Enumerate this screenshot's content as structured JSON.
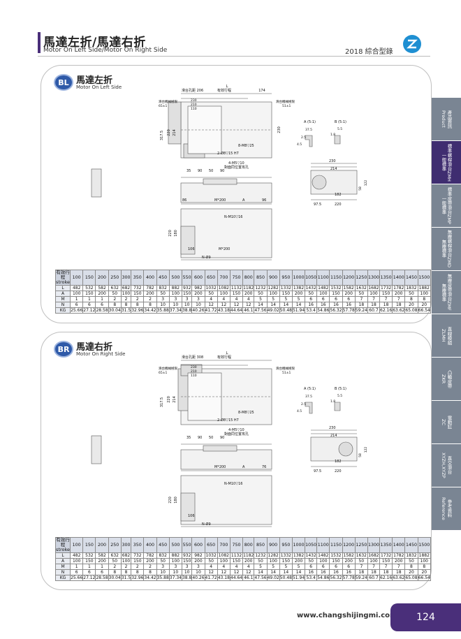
{
  "header": {
    "title": "馬達左折/馬達右折",
    "subtitle": "Motor On Left Side/Motor On Right Side",
    "catalog": "2018 綜合型錄"
  },
  "footer": {
    "url": "www.changshijingmi.com",
    "page": "124"
  },
  "tabs": [
    {
      "label": "產品資訊\nProduct",
      "active": false
    },
    {
      "label": "標準螺桿滑台ZMH\n一般標準",
      "active": true
    },
    {
      "label": "標準皮帶滑台ZMP\n一般標準",
      "active": false
    },
    {
      "label": "無塵螺桿滑台ZMD\n無塵標準",
      "active": false
    },
    {
      "label": "無塵皮帶滑台ZMF\n無塵標準",
      "active": false
    },
    {
      "label": "直線模組\nZLMH",
      "active": false
    },
    {
      "label": "凸輪皮帶\nZKR",
      "active": false
    },
    {
      "label": "電動缸\nZC",
      "active": false
    },
    {
      "label": "直交滑台\nXYZH,XYZP",
      "active": false
    },
    {
      "label": "參考資料\nReference",
      "active": false
    }
  ],
  "sections": [
    {
      "badge": "BL",
      "title": "馬達左折",
      "subtitle": "Motor On Left Side",
      "labels": {
        "slider_hole": "滑台孔距 206",
        "effective": "有效行程",
        "L": "L",
        "d174": "174",
        "motor_std_l": "滑台機械極限",
        "motor_std_l2": "65±1",
        "motor_std_r": "滑台機械極限",
        "motor_std_r2": "51±1",
        "d230": "230",
        "d210": "210",
        "d110": "110",
        "m8": "8-M8▽25",
        "dowel": "2-Ø8▽15 H7",
        "m5": "4-M5▽10",
        "m5b": "對面同位置攻孔",
        "d35": "35",
        "d90": "90",
        "d50": "50",
        "d90b": "90",
        "h3175": "317.5",
        "h220": "220",
        "h214": "214",
        "h230": "230",
        "secA": "A (5:1)",
        "secB": "B (5:1)",
        "a375": "37.5",
        "a25": "2.5",
        "a45": "4.5",
        "b55": "5.5",
        "b18": "1.8",
        "e230": "230",
        "e214": "214",
        "e182": "182",
        "e975": "97.5",
        "e220": "220",
        "e58": "58",
        "e122": "122",
        "p86": "86",
        "pM200": "M*200",
        "pA": "A",
        "p96": "96",
        "pN10": "N-M10▽16",
        "p106": "106",
        "pM200b": "M*200",
        "p9": "N-Ø9",
        "p220": "220",
        "p180": "180"
      }
    },
    {
      "badge": "BR",
      "title": "馬達右折",
      "subtitle": "Motor On Right Side",
      "labels": {
        "slider_hole": "滑台孔距 308",
        "effective": "有效行程",
        "L": "L",
        "d174": "",
        "motor_std_l": "滑台機械極限",
        "motor_std_l2": "65±1",
        "motor_std_r": "滑台機械極限",
        "motor_std_r2": "51±1",
        "d230": "230",
        "d210": "210",
        "d110": "110",
        "m8": "8-M8▽25",
        "dowel": "2-Ø8▽15 H7",
        "m5": "4-M5▽10",
        "m5b": "對面同位置攻孔",
        "d35": "35",
        "d90": "90",
        "d50": "50",
        "d90b": "90",
        "h3175": "317.5",
        "h220": "220",
        "h214": "214",
        "h230": "",
        "secA": "A (5:1)",
        "secB": "B (5:1)",
        "a375": "37.5",
        "a25": "2.5",
        "a45": "4.5",
        "b55": "5.5",
        "b18": "1.8",
        "e230": "230",
        "e214": "214",
        "e182": "182",
        "e975": "97.5",
        "e220": "220",
        "e58": "58",
        "e122": "122",
        "p86": "",
        "pM200": "M*200",
        "pA": "A",
        "p96": "76",
        "pN10": "N-M10▽16",
        "p106": "106",
        "pM200b": "",
        "p9": "N-Ø9",
        "p220": "220",
        "p180": "180"
      }
    }
  ],
  "table": {
    "header_label": "有效行程\nstroke",
    "strokes": [
      "100",
      "150",
      "200",
      "250",
      "300",
      "350",
      "400",
      "450",
      "500",
      "550",
      "600",
      "650",
      "700",
      "750",
      "800",
      "850",
      "900",
      "950",
      "1000",
      "1050",
      "1100",
      "1150",
      "1200",
      "1250",
      "1300",
      "1350",
      "1400",
      "1450",
      "1500"
    ],
    "rows": [
      {
        "label": "L",
        "values": [
          "482",
          "532",
          "582",
          "632",
          "682",
          "732",
          "782",
          "832",
          "882",
          "932",
          "982",
          "1032",
          "1082",
          "1132",
          "1182",
          "1232",
          "1282",
          "1332",
          "1382",
          "1432",
          "1482",
          "1532",
          "1582",
          "1632",
          "1682",
          "1732",
          "1782",
          "1832",
          "1882"
        ]
      },
      {
        "label": "A",
        "values": [
          "100",
          "150",
          "200",
          "50",
          "100",
          "150",
          "200",
          "50",
          "100",
          "150",
          "200",
          "50",
          "100",
          "150",
          "200",
          "50",
          "100",
          "150",
          "200",
          "50",
          "100",
          "150",
          "200",
          "50",
          "100",
          "150",
          "200",
          "50",
          "100"
        ]
      },
      {
        "label": "M",
        "values": [
          "1",
          "1",
          "1",
          "2",
          "2",
          "2",
          "2",
          "3",
          "3",
          "3",
          "3",
          "4",
          "4",
          "4",
          "4",
          "5",
          "5",
          "5",
          "5",
          "6",
          "6",
          "6",
          "6",
          "7",
          "7",
          "7",
          "7",
          "8",
          "8"
        ]
      },
      {
        "label": "N",
        "values": [
          "6",
          "6",
          "6",
          "8",
          "8",
          "8",
          "8",
          "10",
          "10",
          "10",
          "10",
          "12",
          "12",
          "12",
          "12",
          "14",
          "14",
          "14",
          "14",
          "16",
          "16",
          "16",
          "16",
          "18",
          "18",
          "18",
          "18",
          "20",
          "20"
        ]
      },
      {
        "label": "KG",
        "values": [
          "25.66",
          "27.12",
          "28.58",
          "30.04",
          "31.5",
          "32.96",
          "34.42",
          "35.88",
          "37.34",
          "38.8",
          "40.26",
          "41.72",
          "43.18",
          "44.64",
          "46.1",
          "47.56",
          "49.02",
          "50.48",
          "51.94",
          "53.4",
          "54.86",
          "56.32",
          "57.78",
          "59.24",
          "60.7",
          "62.16",
          "63.62",
          "65.08",
          "66.54"
        ]
      }
    ]
  },
  "colors": {
    "accent": "#4a2f7a",
    "badge": "#2f5aa8",
    "tab": "#7a8593",
    "tab_active": "#3f2d70"
  }
}
